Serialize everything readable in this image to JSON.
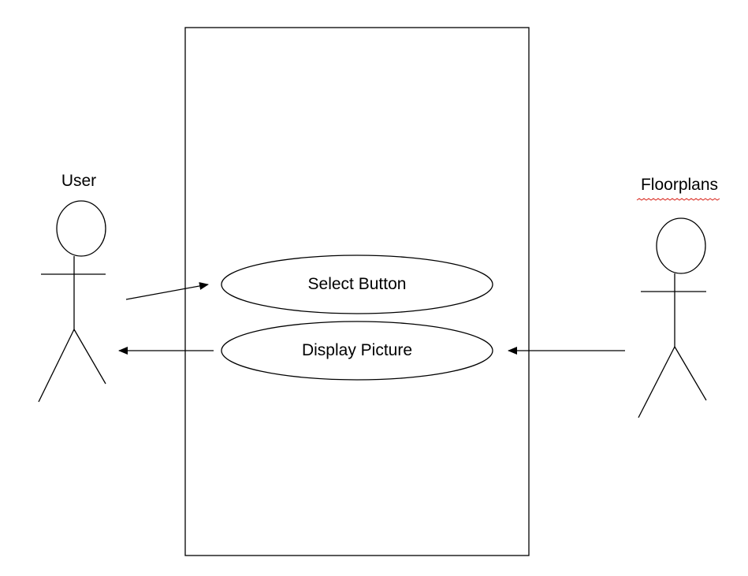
{
  "actors": {
    "user": {
      "label": "User"
    },
    "floorplans": {
      "label": "Floorplans"
    }
  },
  "use_cases": {
    "select_button": {
      "label": "Select Button"
    },
    "display_picture": {
      "label": "Display Picture"
    }
  },
  "colors": {
    "line": "#000000",
    "background": "#ffffff",
    "spellcheck_underline": "#d9251c"
  }
}
